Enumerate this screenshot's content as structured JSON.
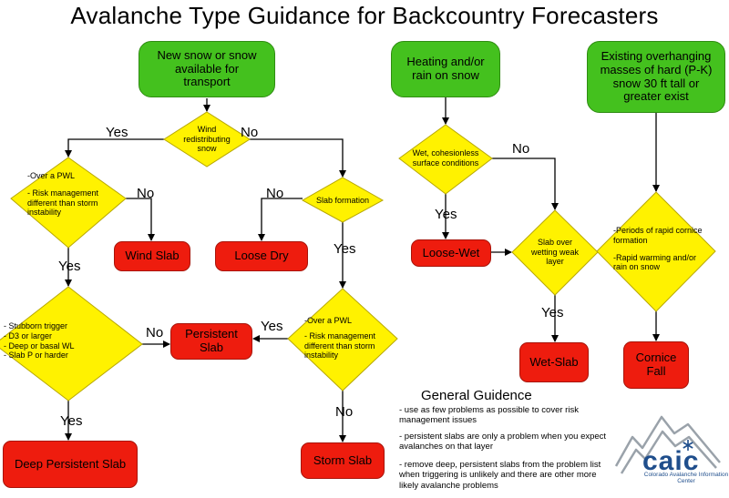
{
  "title": "Avalanche Type Guidance for Backcountry Forecasters",
  "starts": {
    "new_snow": "New snow or snow available for transport",
    "heating": "Heating and/or rain on snow",
    "overhanging": "Existing overhanging masses of hard (P-K) snow 30 ft tall or greater exist"
  },
  "decisions": {
    "wind": "Wind redistributing snow",
    "pwl_left": [
      "-Over a PWL",
      "- Risk management different than storm instability"
    ],
    "slab_formation": "Slab formation",
    "stubborn": [
      "- Stubborn trigger",
      "- D3 or larger",
      "- Deep or basal WL",
      "- Slab P or harder"
    ],
    "pwl_right": [
      "-Over a PWL",
      "- Risk management different than storm instability"
    ],
    "wet_cohesionless": "Wet, cohesionless surface conditions",
    "slab_wetting": "Slab over wetting weak layer",
    "cornice": [
      "-Periods of rapid cornice formation",
      "-Rapid warming and/or rain on snow"
    ]
  },
  "outcomes": {
    "wind_slab": "Wind Slab",
    "loose_dry": "Loose Dry",
    "persistent_slab": "Persistent Slab",
    "deep_persistent_slab": "Deep Persistent Slab",
    "storm_slab": "Storm Slab",
    "loose_wet": "Loose-Wet",
    "wet_slab": "Wet-Slab",
    "cornice_fall": "Cornice Fall"
  },
  "labels": {
    "yes": "Yes",
    "no": "No"
  },
  "guidance": {
    "title": "General Guidence",
    "items": [
      "- use as few problems as possible to cover risk management issues",
      "- persistent slabs are only a problem when you expect avalanches on that layer",
      "- remove deep, persistent slabs from the problem list when triggering is unlikely and there are other more likely avalanche problems"
    ]
  },
  "logo": {
    "word": "caic",
    "subtitle": "Colorado Avalanche Information Center"
  },
  "colors": {
    "start": "#44c11e",
    "decision": "#fff200",
    "outcome": "#ee1c0e",
    "logo": "#1f4e8c"
  }
}
